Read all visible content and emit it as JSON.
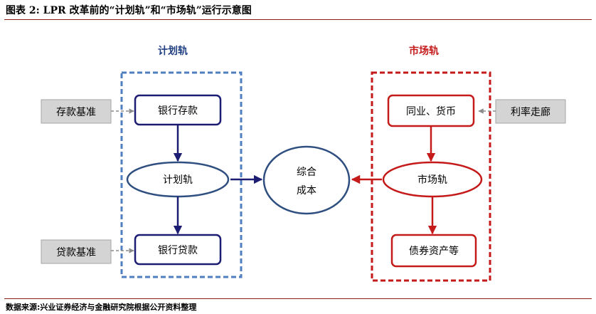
{
  "header": {
    "title": "图表 2:  LPR 改革前的“计划轨”和“市场轨”运行示意图"
  },
  "planned_track": {
    "label": "计划轨",
    "deposit_rate": "银行存款",
    "plan_node": "计划轨",
    "loan_rate": "银行贷款",
    "deposit_benchmark": "存款基准",
    "loan_benchmark": "贷款基准"
  },
  "center": {
    "line1": "综合",
    "line2": "成本"
  },
  "market_track": {
    "label": "市场轨",
    "interbank": "同业、货币",
    "market_node": "市场轨",
    "bonds": "债券资产等",
    "rate_corridor": "利率走廊"
  },
  "footer": {
    "source": "数据来源:兴业证券经济与金融研究院根据公开资料整理"
  },
  "colors": {
    "planned": "#1c1c72",
    "planned_frame": "#4f7fbf",
    "market": "#c41a1a",
    "center": "#2f4f80",
    "grey_box": "#d4d4d4"
  }
}
